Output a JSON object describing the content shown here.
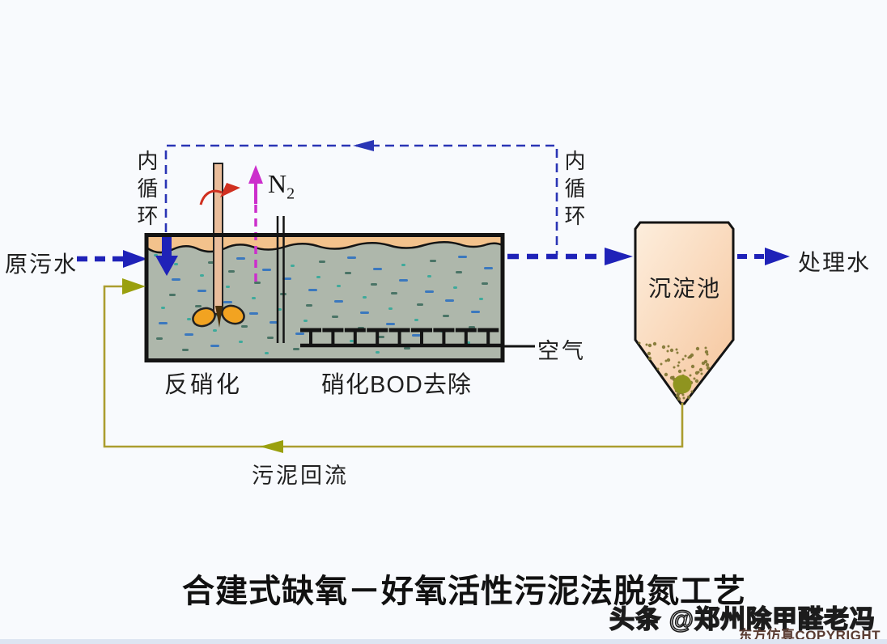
{
  "title": {
    "text": "合建式缺氧－好氧活性污泥法脱氮工艺"
  },
  "watermark": {
    "byline": "头条 @郑州除甲醛老冯",
    "copyright": "东方仿真COPYRIGHT"
  },
  "labels": {
    "influent": "原污水",
    "effluent": "处理水",
    "internal_circulation_left": "内循环",
    "internal_circulation_right": "内循环",
    "nitrogen_base": "N",
    "nitrogen_sub": "2",
    "air": "空气",
    "anoxic_zone": "反硝化",
    "aerobic_zone": "硝化BOD去除",
    "settling_tank": "沉淀池",
    "sludge_return": "污泥回流"
  },
  "colors": {
    "flow_blue": "#1f22b8",
    "recirc_blue": "#2a35b5",
    "n2_magenta": "#cc2ecc",
    "mixer_red": "#d03020",
    "sludge_olive": "#ab9d2f",
    "sludge_arrow": "#9aa00e",
    "tank_water": "#aeb7ab",
    "tank_surface": "#f3c28c",
    "shaft_tan": "#eabd9b",
    "impeller_orange": "#f2a321",
    "settler_light": "#fdeedd",
    "settler_dark": "#f6c79f",
    "sludge_blob": "#8f941f",
    "speckle_blue": "#2b6fc0",
    "speckle_teal": "#2fa898",
    "speckle_dark": "#3c6b5c",
    "settler_dot": "#7d7430",
    "copyright_brown": "#5a3c32",
    "outline_black": "#141414"
  }
}
